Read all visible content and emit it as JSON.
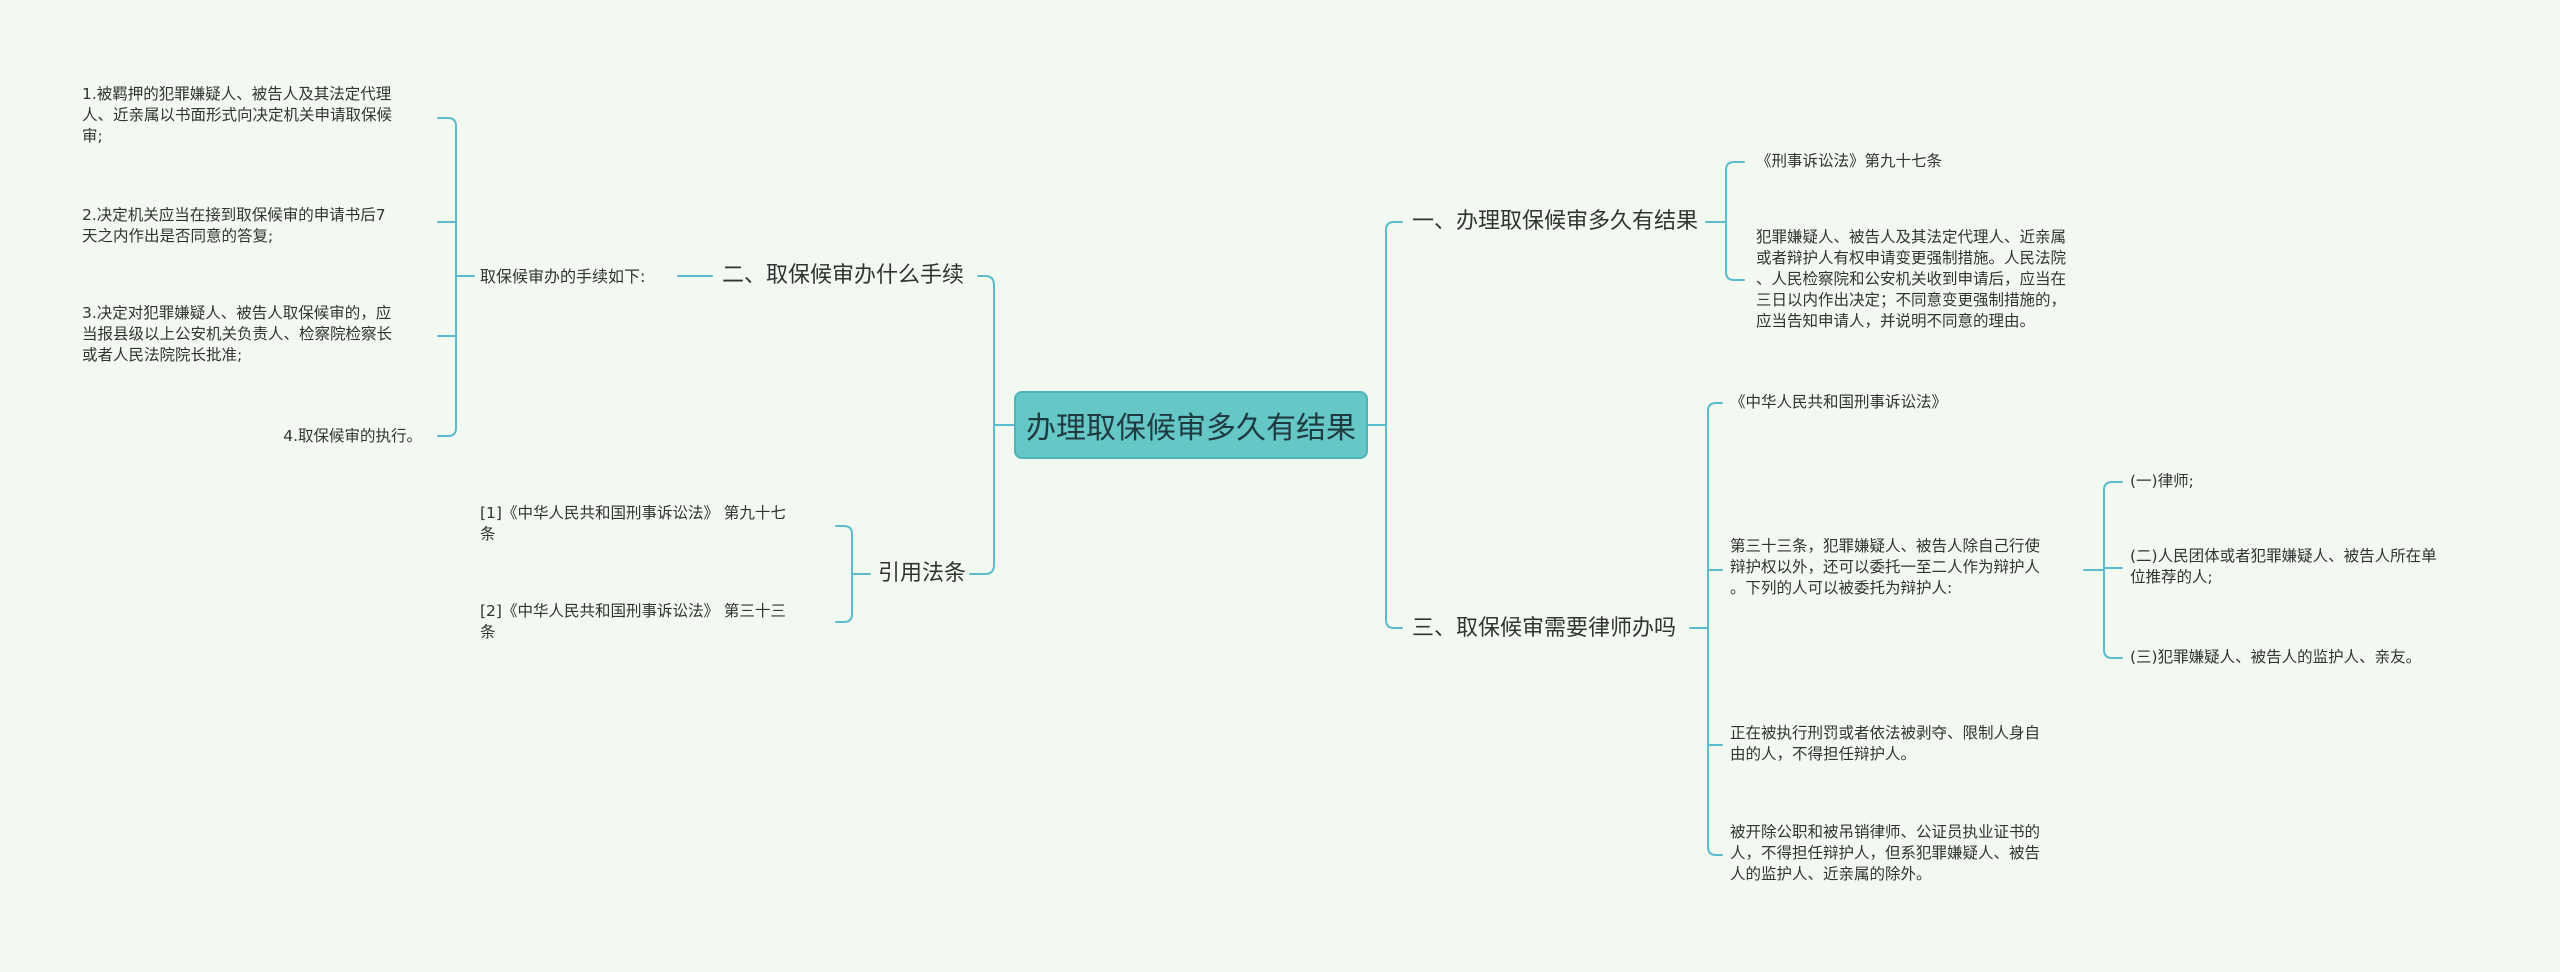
{
  "root": "办理取保候审多久有结果",
  "left": {
    "b2": {
      "label": "二、取保候审办什么手续",
      "sub": "取保候审办的手续如下:",
      "items": [
        "1.被羁押的犯罪嫌疑人、被告人及其法定代理\n人、近亲属以书面形式向决定机关申请取保候\n审;",
        "2.决定机关应当在接到取保候审的申请书后7\n天之内作出是否同意的答复;",
        "3.决定对犯罪嫌疑人、被告人取保候审的，应\n当报县级以上公安机关负责人、检察院检察长\n或者人民法院院长批准;",
        "4.取保候审的执行。"
      ]
    },
    "b4": {
      "label": "引用法条",
      "items": [
        "[1]《中华人民共和国刑事诉讼法》 第九十七\n条",
        "[2]《中华人民共和国刑事诉讼法》 第三十三\n条"
      ]
    }
  },
  "right": {
    "b1": {
      "label": "一、办理取保候审多久有结果",
      "items": [
        "《刑事诉讼法》第九十七条",
        "犯罪嫌疑人、被告人及其法定代理人、近亲属\n或者辩护人有权申请变更强制措施。人民法院\n、人民检察院和公安机关收到申请后，应当在\n三日以内作出决定；不同意变更强制措施的，\n应当告知申请人，并说明不同意的理由。"
      ]
    },
    "b3": {
      "label": "三、取保候审需要律师办吗",
      "items": [
        "《中华人民共和国刑事诉讼法》",
        "第三十三条，犯罪嫌疑人、被告人除自己行使\n辩护权以外，还可以委托一至二人作为辩护人\n。下列的人可以被委托为辩护人:",
        "正在被执行刑罚或者依法被剥夺、限制人身自\n由的人，不得担任辩护人。",
        "被开除公职和被吊销律师、公证员执业证书的\n人，不得担任辩护人，但系犯罪嫌疑人、被告\n人的监护人、近亲属的除外。"
      ],
      "sub_items": [
        "(一)律师;",
        "(二)人民团体或者犯罪嫌疑人、被告人所在单\n位推荐的人;",
        "(三)犯罪嫌疑人、被告人的监护人、亲友。"
      ]
    }
  },
  "colors": {
    "line": "#5bbccf",
    "root_fill": "#66c7c7",
    "background": "#f2f9f1",
    "text": "#333333"
  }
}
